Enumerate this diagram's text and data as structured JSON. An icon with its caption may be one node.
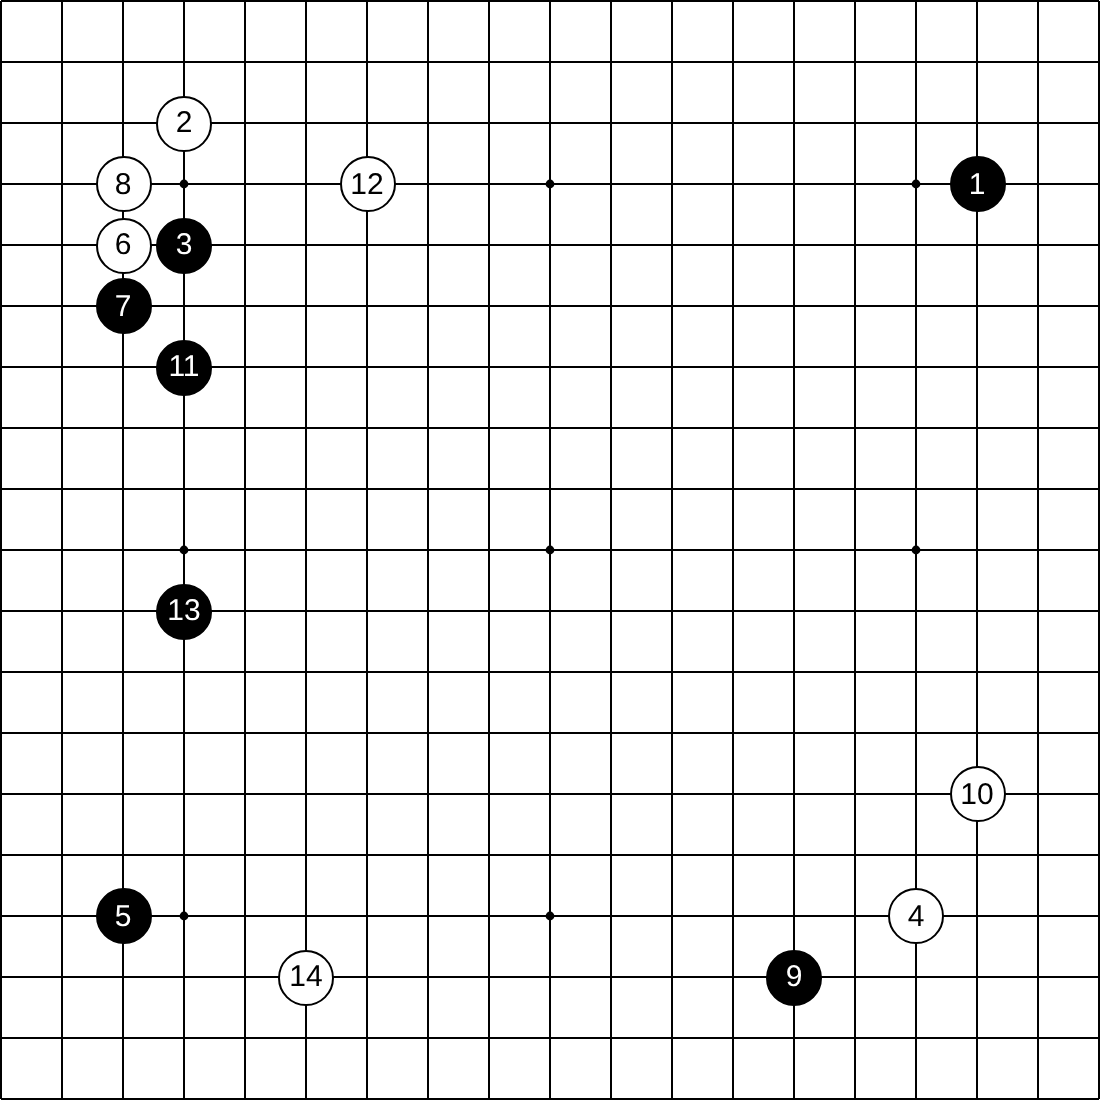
{
  "diagram": {
    "nodes": [
      {
        "text": [
          "2"
        ]
      },
      {
        "text": [
          "8"
        ]
      },
      {
        "text": [
          "12"
        ]
      },
      {
        "text": [
          "1"
        ]
      },
      {
        "text": [
          "6"
        ]
      },
      {
        "text": [
          "3"
        ]
      },
      {
        "text": [
          "7"
        ]
      },
      {
        "text": [
          "11"
        ]
      },
      {
        "text": [
          "13"
        ]
      },
      {
        "text": [
          "10"
        ]
      },
      {
        "text": [
          "5"
        ]
      },
      {
        "text": [
          "4"
        ]
      },
      {
        "text": [
          "14"
        ]
      },
      {
        "text": [
          "9"
        ]
      }
    ]
  }
}
